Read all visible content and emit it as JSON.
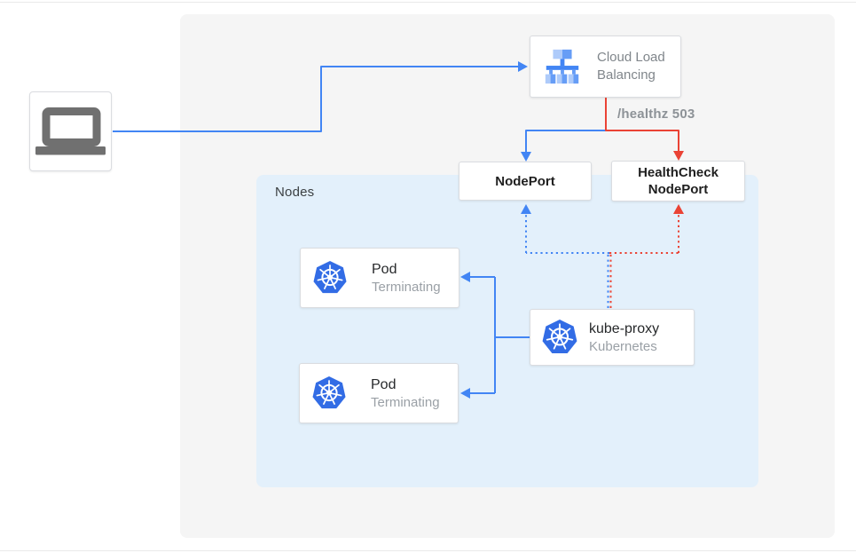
{
  "colors": {
    "blue": "#4285F4",
    "red": "#EA4335",
    "nodes_bg": "#E3F0FB",
    "canvas_bg": "#F5F5F5",
    "k8s_blue": "#326CE5"
  },
  "nodes_region": {
    "label": "Nodes"
  },
  "boxes": {
    "cloud_load_balancing": {
      "label": "Cloud Load Balancing",
      "icon": "cloud-load-balancing-icon"
    },
    "nodeport": {
      "label": "NodePort"
    },
    "healthcheck_nodeport": {
      "label": "HealthCheck NodePort"
    },
    "kube_proxy": {
      "title": "kube-proxy",
      "subtitle": "Kubernetes",
      "icon": "kubernetes-icon"
    }
  },
  "client": {
    "icon": "laptop-icon"
  },
  "pods": [
    {
      "title": "Pod",
      "subtitle": "Terminating",
      "icon": "kubernetes-icon"
    },
    {
      "title": "Pod",
      "subtitle": "Terminating",
      "icon": "kubernetes-icon"
    }
  ],
  "edge_labels": {
    "healthz": "/healthz 503"
  }
}
